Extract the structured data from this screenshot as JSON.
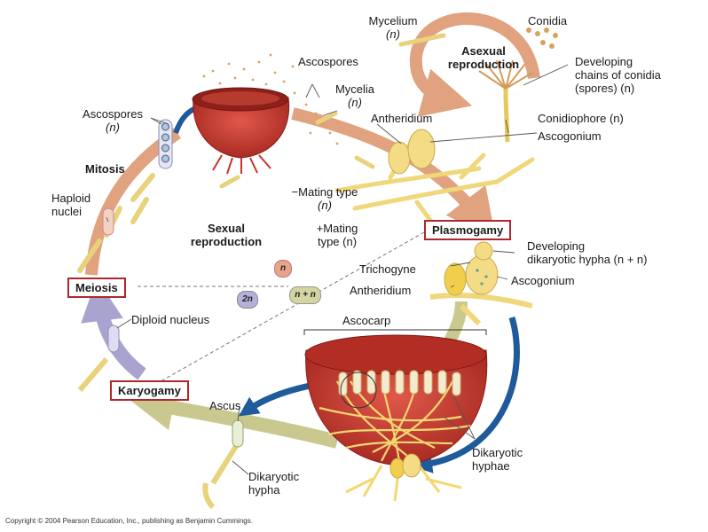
{
  "labels": {
    "mycelium_top": "Mycelium",
    "mycelium_top_n": "(n)",
    "conidia": "Conidia",
    "asexual_1": "Asexual",
    "asexual_2": "reproduction",
    "dev_chains_1": "Developing",
    "dev_chains_2": "chains of conidia",
    "dev_chains_3": "(spores) (n)",
    "ascospores_top": "Ascospores",
    "mycelia": "Mycelia",
    "mycelia_n": "(n)",
    "ascospores_left": "Ascospores",
    "ascospores_left_n": "(n)",
    "antheridium_top": "Antheridium",
    "conidiophore": "Conidiophore (n)",
    "ascogonium_top": "Ascogonium",
    "mitosis": "Mitosis",
    "haploid_1": "Haploid",
    "haploid_2": "nuclei",
    "minus_mating_1": "−Mating type",
    "minus_mating_2": "(n)",
    "sexual_1": "Sexual",
    "sexual_2": "reproduction",
    "plus_mating_1": "+Mating",
    "plus_mating_2": "type (n)",
    "dev_dikaryotic_1": "Developing",
    "dev_dikaryotic_2": "dikaryotic hypha (n + n)",
    "trichogyne": "Trichogyne",
    "antheridium_mid": "Antheridium",
    "ascogonium_mid": "Ascogonium",
    "diploid_nucleus": "Diploid nucleus",
    "ascocarp": "Ascocarp",
    "ascus": "Ascus",
    "dikaryotic_hypha_1": "Dikaryotic",
    "dikaryotic_hypha_2": "hypha",
    "dikaryotic_hyphae_1": "Dikaryotic",
    "dikaryotic_hyphae_2": "hyphae"
  },
  "stages": {
    "plasmogamy": "Plasmogamy",
    "meiosis": "Meiosis",
    "karyogamy": "Karyogamy"
  },
  "ploidy": {
    "haploid": "n",
    "diploid": "2n",
    "dikaryotic": "n + n"
  },
  "copyright": "Copyright © 2004 Pearson Education, Inc., publishing as Benjamin Cummings.",
  "colors": {
    "haploid_arrow": "#e0a27f",
    "dikaryotic_arrow": "#c9c98f",
    "diploid_arrow": "#a9a4cf",
    "blue_arrow": "#1f5a9a",
    "ascocarp_red": "#c8342b",
    "hyphae_yellow": "#f2dc7a",
    "stage_box_border": "#b0262a"
  }
}
